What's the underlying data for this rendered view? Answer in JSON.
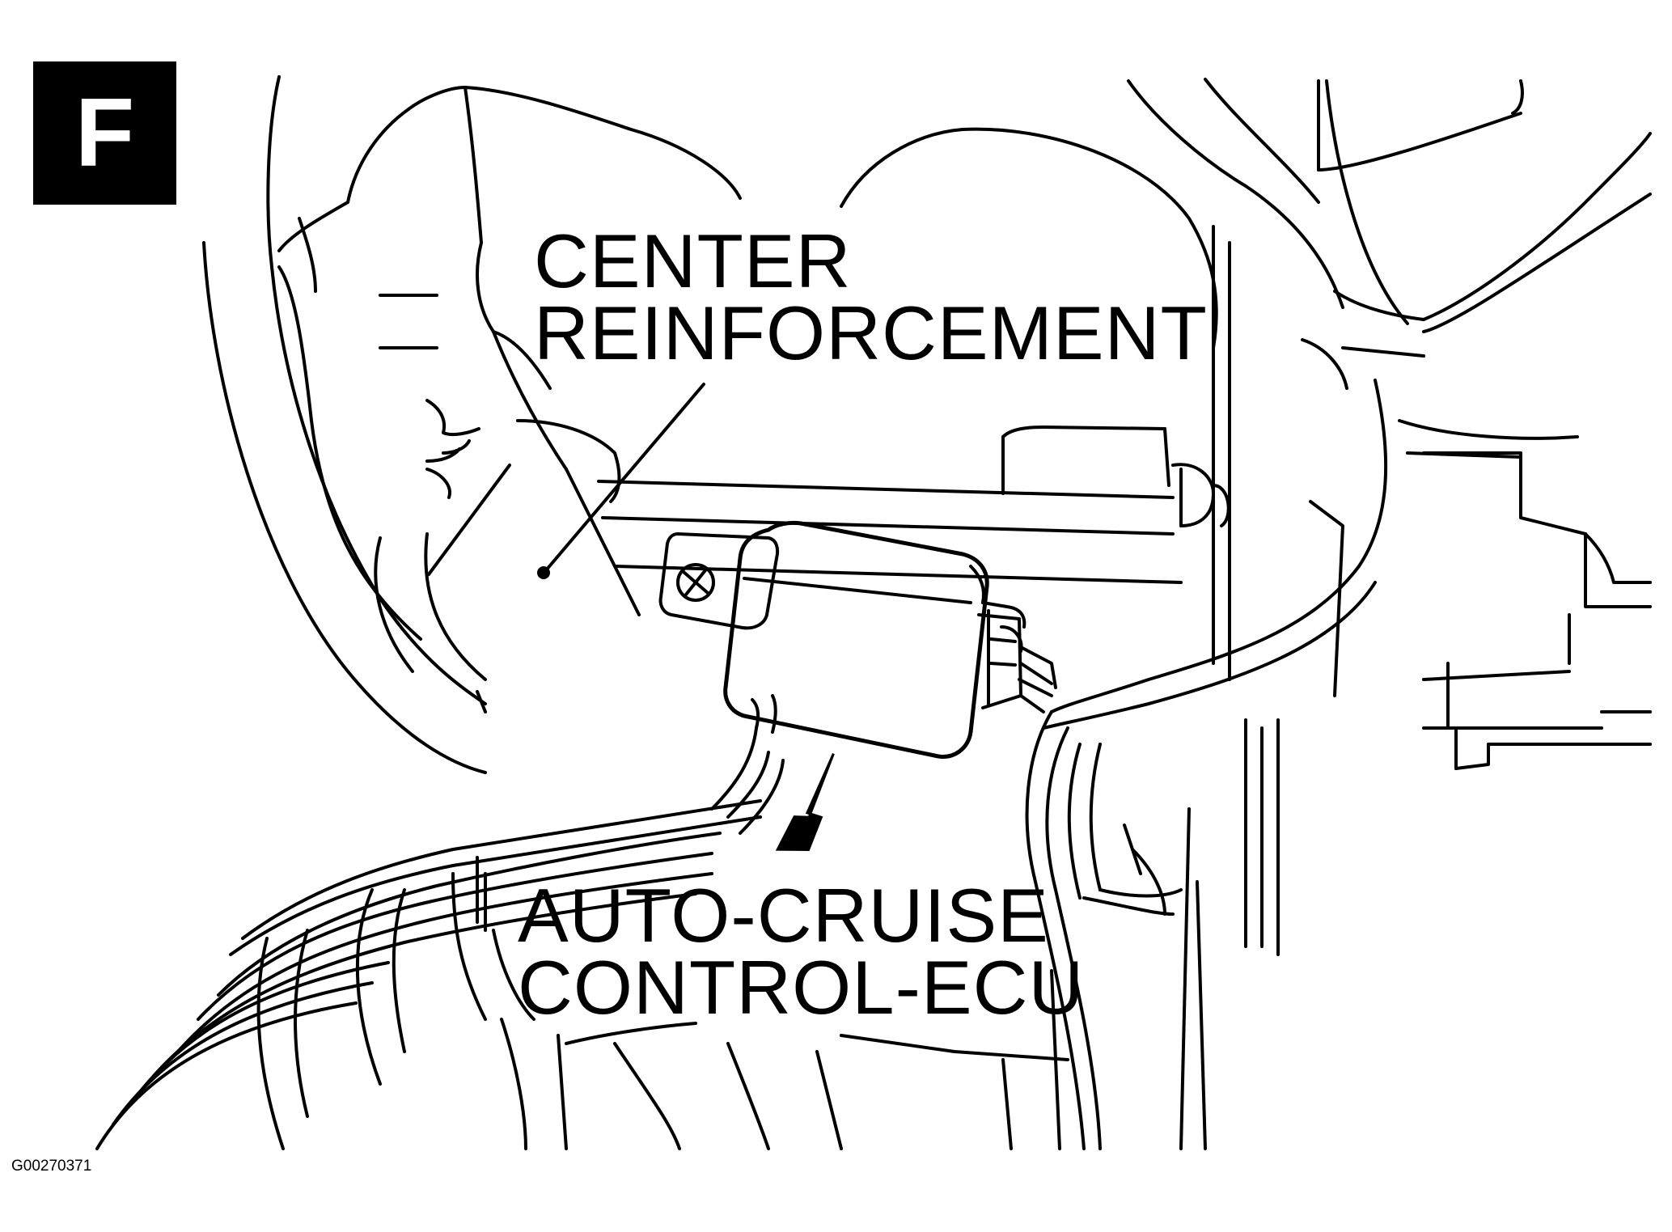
{
  "panel": {
    "letter": "F"
  },
  "labels": {
    "center_reinforcement": [
      "CENTER",
      "REINFORCEMENT"
    ],
    "ecu": [
      "AUTO-CRUISE",
      "CONTROL-ECU"
    ]
  },
  "figure_id": "G00270371",
  "colors": {
    "ink": "#000000",
    "paper": "#ffffff"
  }
}
